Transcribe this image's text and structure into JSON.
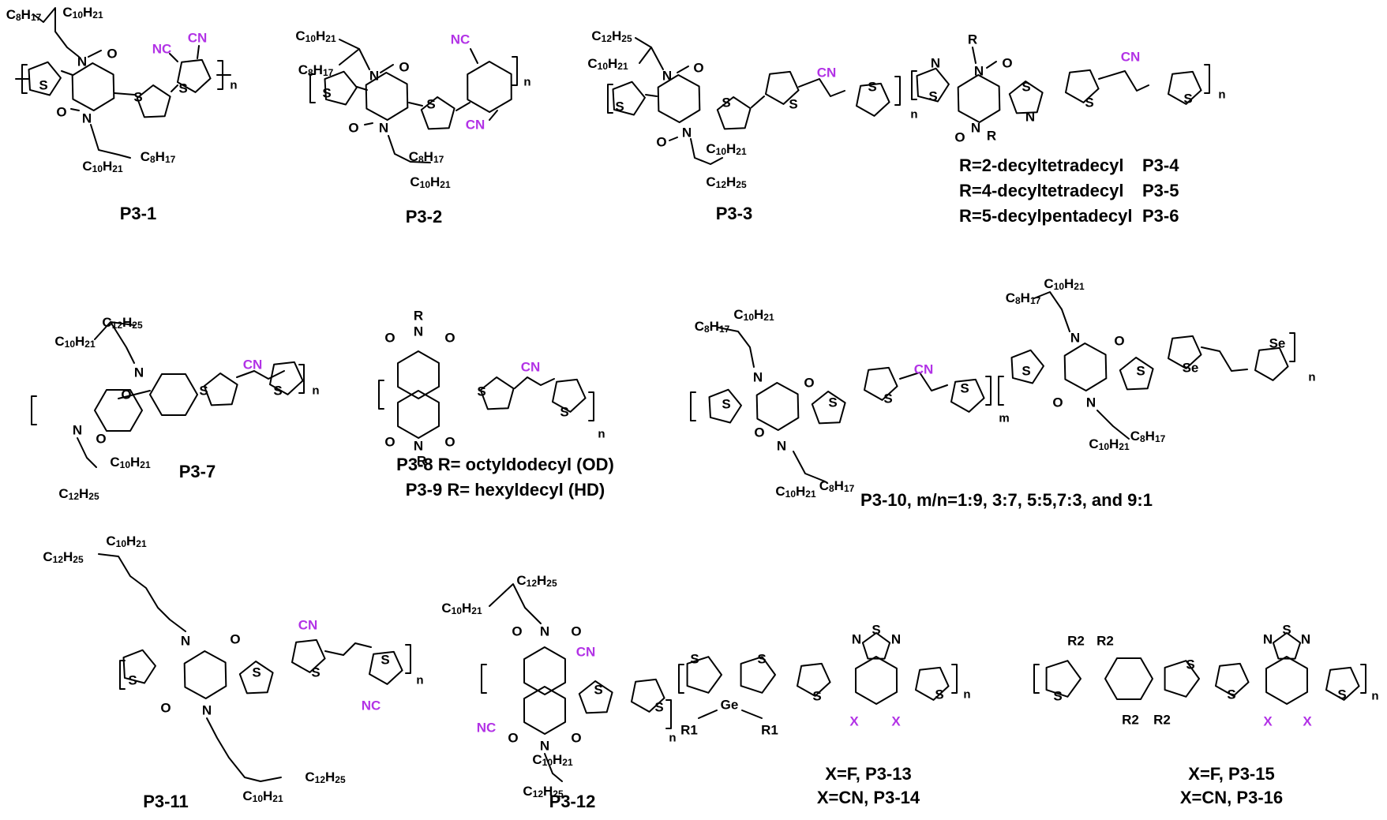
{
  "accent_color": "#b232e6",
  "bond_color": "#000000",
  "atoms": {
    "S": "S",
    "N": "N",
    "O": "O",
    "Se": "Se",
    "Ge": "Ge",
    "CN": "CN",
    "NC": "NC",
    "R": "R",
    "R1": "R1",
    "R2": "R2",
    "X": "X",
    "n": "n",
    "m": "m"
  },
  "chains": {
    "C8H17": "C8H17",
    "C10H21": "C10H21",
    "C12H25": "C12H25"
  },
  "labels": {
    "p3_1": "P3-1",
    "p3_2": "P3-2",
    "p3_3": "P3-3",
    "p3_4_6": [
      {
        "text": "R=2-decyltetradecyl",
        "id": "P3-4"
      },
      {
        "text": "R=4-decyltetradecyl",
        "id": "P3-5"
      },
      {
        "text": "R=5-decylpentadecyl",
        "id": "P3-6"
      }
    ],
    "p3_7": "P3-7",
    "p3_8": "P3-8 R= octyldodecyl (OD)",
    "p3_9": "P3-9 R= hexyldecyl (HD)",
    "p3_10": "P3-10, m/n=1:9, 3:7, 5:5,7:3, and 9:1",
    "p3_11": "P3-11",
    "p3_12": "P3-12",
    "p3_13": "X=F, P3-13",
    "p3_14": "X=CN, P3-14",
    "p3_15": "X=F, P3-15",
    "p3_16": "X=CN, P3-16"
  }
}
